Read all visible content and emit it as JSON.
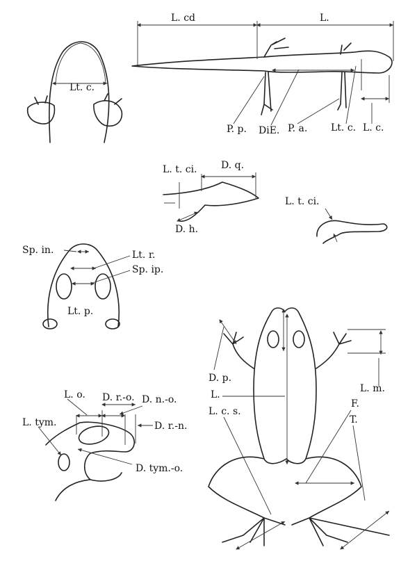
{
  "title": "Amphibian morphometric measurements",
  "labels": {
    "tail_length": "L. cd",
    "body_length_salamander": "L.",
    "head_width_dorsal": "Lt. c.",
    "hindlimb": "P. p.",
    "limb_distance": "DiE.",
    "forelimb": "P. a.",
    "head_width": "Lt. c.",
    "head_length": "L. c.",
    "tail_fin_height_larva": "L. t. ci.",
    "tail_muscle_depth": "D. q.",
    "body_depth": "D. h.",
    "tail_fin_height_side": "L. t. ci.",
    "internarial_space": "Sp. in.",
    "snout_width": "Lt. r.",
    "interorbital_space": "Sp. ip.",
    "eyelid_width": "Lt. p.",
    "finger_length": "D. p.",
    "body_length_frog": "L.",
    "head_length_frog": "L. c. s.",
    "hand_length": "L. m.",
    "femur": "F.",
    "tibia": "T.",
    "eye_length": "L. o.",
    "snout_eye_distance": "D. r.-o.",
    "nostril_eye_distance": "D. n.-o.",
    "tympanum_length": "L. tym.",
    "snout_nostril_distance": "D. r.-n.",
    "tympanum_eye_distance": "D. tym.-o."
  }
}
